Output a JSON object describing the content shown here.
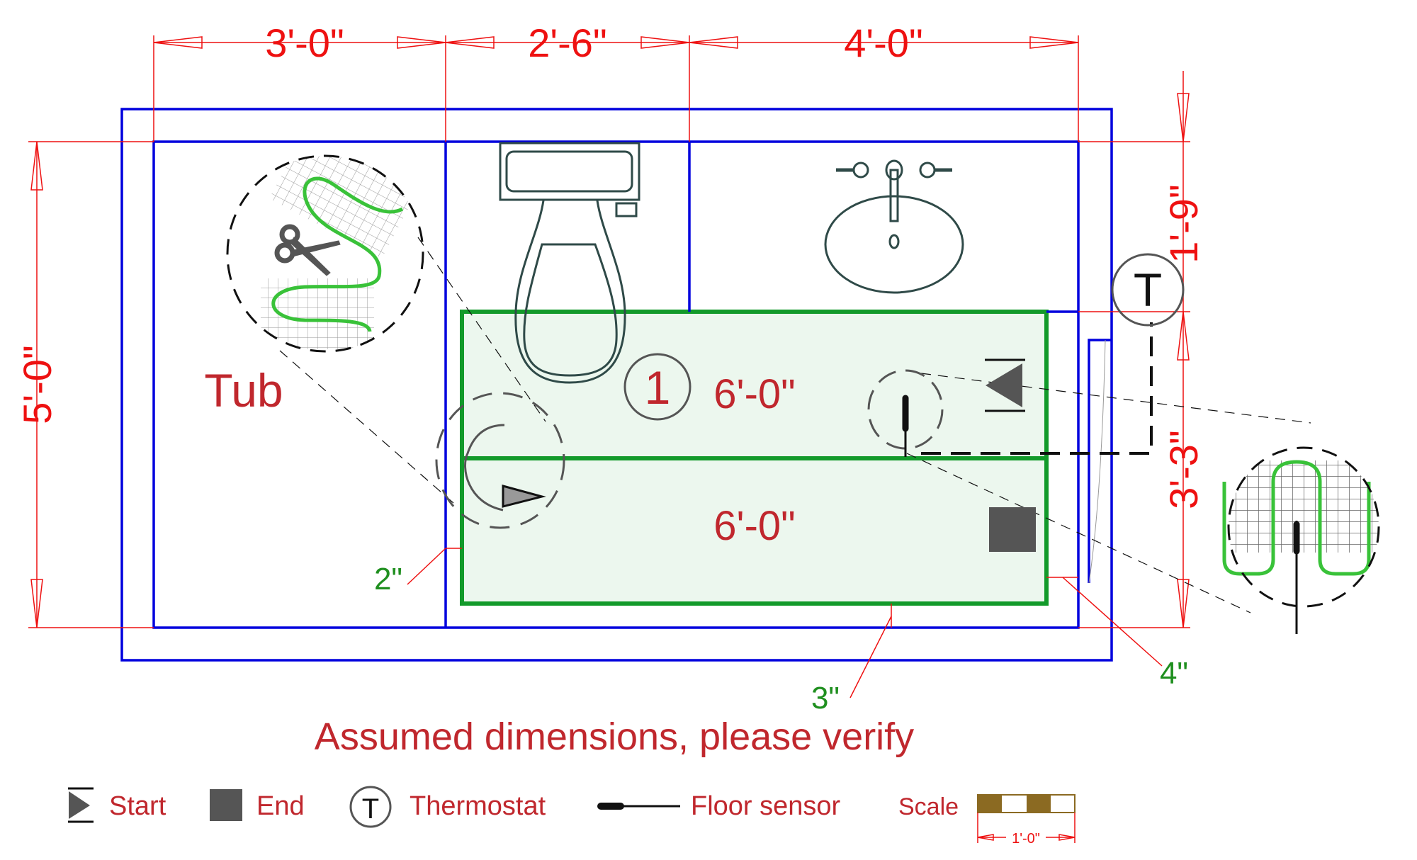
{
  "title": "Heated floor layout plan",
  "dimensions": {
    "top": [
      "3'-0\"",
      "2'-6\"",
      "4'-0\""
    ],
    "left": "5'-0\"",
    "right_upper": "1'-9\"",
    "right_lower": "3'-3\""
  },
  "rooms": {
    "tub_label": "Tub"
  },
  "heating_area": {
    "zone_number": "1",
    "runs": [
      "6'-0\"",
      "6'-0\""
    ]
  },
  "clearances": {
    "left": "2\"",
    "bottom": "3\"",
    "right": "4\""
  },
  "thermostat_symbol": "T",
  "note": "Assumed dimensions, please verify",
  "legend": {
    "start": "Start",
    "end": "End",
    "thermostat": "Thermostat",
    "thermostat_symbol": "T",
    "floor_sensor": "Floor sensor",
    "scale": "Scale",
    "scale_length": "1'-0\""
  },
  "colors": {
    "wall": "#0000dd",
    "dimension": "#ee1111",
    "mat_outline": "#129a2a",
    "mat_fill": "#ecf7ee",
    "cable": "#39c239",
    "label": "#c0272d",
    "fixture": "#2f4a48",
    "symbol": "#555555",
    "scale_fill": "#8b6a22"
  }
}
